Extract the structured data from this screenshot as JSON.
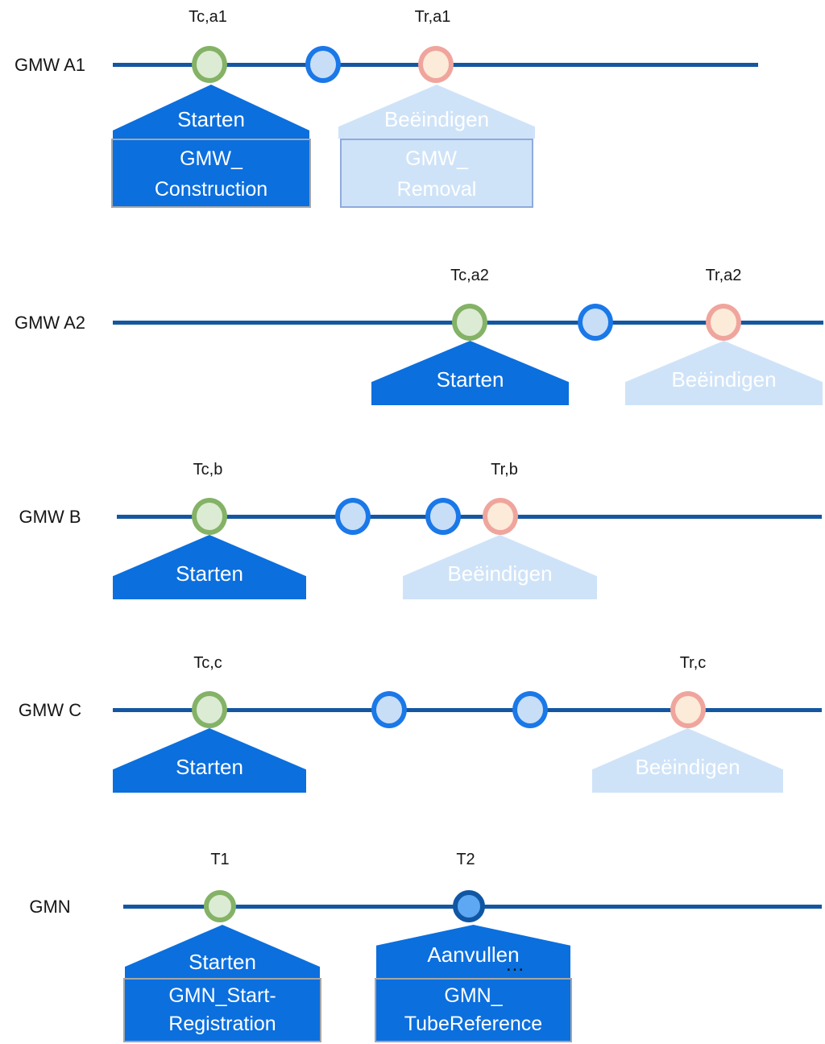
{
  "colors": {
    "timeline": "#1457a0",
    "primary_blue": "#0b6fde",
    "light_blue": "#cfe3f8",
    "box_border_gray": "#a6a6a6",
    "box_border_steel": "#8faadc",
    "marker_green_stroke": "#84b266",
    "marker_green_fill": "#dcebd3",
    "marker_blue_stroke": "#1a78e8",
    "marker_blue_fill": "#c8def6",
    "marker_pink_stroke": "#efa59d",
    "marker_pink_fill": "#fcebd8",
    "marker_darkblue_stroke": "#0f57a5",
    "marker_darkblue_fill": "#5ea7f2"
  },
  "rows": [
    {
      "label": "GMW A1",
      "markers": [
        {
          "kind": "construction-time",
          "color": "green",
          "label": "Tc,a1"
        },
        {
          "kind": "intermediate-event",
          "color": "blue",
          "label": ""
        },
        {
          "kind": "removal-time",
          "color": "pink",
          "label": "Tr,a1"
        }
      ],
      "callouts": [
        {
          "style": "active",
          "action": "Starten",
          "box_lines": [
            "GMW_",
            "Construction"
          ]
        },
        {
          "style": "inactive",
          "action": "Beëindigen",
          "box_lines": [
            "GMW_",
            "Removal"
          ]
        }
      ]
    },
    {
      "label": "GMW A2",
      "markers": [
        {
          "kind": "construction-time",
          "color": "green",
          "label": "Tc,a2"
        },
        {
          "kind": "intermediate-event",
          "color": "blue",
          "label": ""
        },
        {
          "kind": "removal-time",
          "color": "pink",
          "label": "Tr,a2"
        }
      ],
      "callouts": [
        {
          "style": "active",
          "action": "Starten"
        },
        {
          "style": "inactive",
          "action": "Beëindigen"
        }
      ]
    },
    {
      "label": "GMW B",
      "markers": [
        {
          "kind": "construction-time",
          "color": "green",
          "label": "Tc,b"
        },
        {
          "kind": "intermediate-event",
          "color": "blue",
          "label": ""
        },
        {
          "kind": "intermediate-event",
          "color": "blue",
          "label": ""
        },
        {
          "kind": "removal-time",
          "color": "pink",
          "label": "Tr,b"
        }
      ],
      "callouts": [
        {
          "style": "active",
          "action": "Starten"
        },
        {
          "style": "inactive",
          "action": "Beëindigen"
        }
      ]
    },
    {
      "label": "GMW C",
      "markers": [
        {
          "kind": "construction-time",
          "color": "green",
          "label": "Tc,c"
        },
        {
          "kind": "intermediate-event",
          "color": "blue",
          "label": ""
        },
        {
          "kind": "intermediate-event",
          "color": "blue",
          "label": ""
        },
        {
          "kind": "removal-time",
          "color": "pink",
          "label": "Tr,c"
        }
      ],
      "callouts": [
        {
          "style": "active",
          "action": "Starten"
        },
        {
          "style": "inactive",
          "action": "Beëindigen"
        }
      ]
    },
    {
      "label": "GMN",
      "markers": [
        {
          "kind": "start-time",
          "color": "green",
          "label": "T1"
        },
        {
          "kind": "supplement-time",
          "color": "darkblue",
          "label": "T2"
        }
      ],
      "callouts": [
        {
          "style": "active",
          "action": "Starten",
          "box_lines": [
            "GMN_Start-",
            "Registration"
          ]
        },
        {
          "style": "active",
          "action": "Aanvullen",
          "ellipsis": "...",
          "box_lines": [
            "GMN_",
            "TubeReference"
          ]
        }
      ]
    }
  ]
}
